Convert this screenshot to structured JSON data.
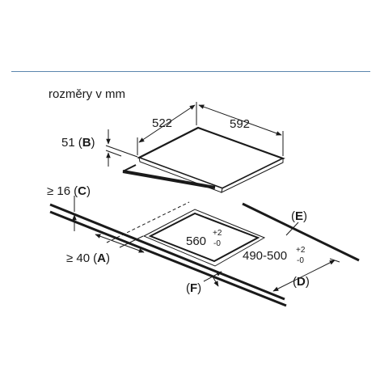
{
  "caption": "rozměry v mm",
  "dimensions": {
    "depth": "522",
    "width": "592",
    "thickness_value": "51",
    "thickness_code": "B",
    "top_clearance_prefix": "≥ 16",
    "top_clearance_code": "C",
    "front_clearance_prefix": "≥ 40",
    "front_clearance_code": "A",
    "cutout_width_main": "560",
    "cutout_width_tol_plus": "+2",
    "cutout_width_tol_minus": "-0",
    "cutout_depth_main": "490-500",
    "cutout_depth_tol_plus": "+2",
    "cutout_depth_tol_minus": "-0",
    "callout_d": "D",
    "callout_e": "E",
    "callout_f": "F"
  },
  "colors": {
    "accent_rule": "#5b86ad",
    "line": "#1a1a1a"
  }
}
